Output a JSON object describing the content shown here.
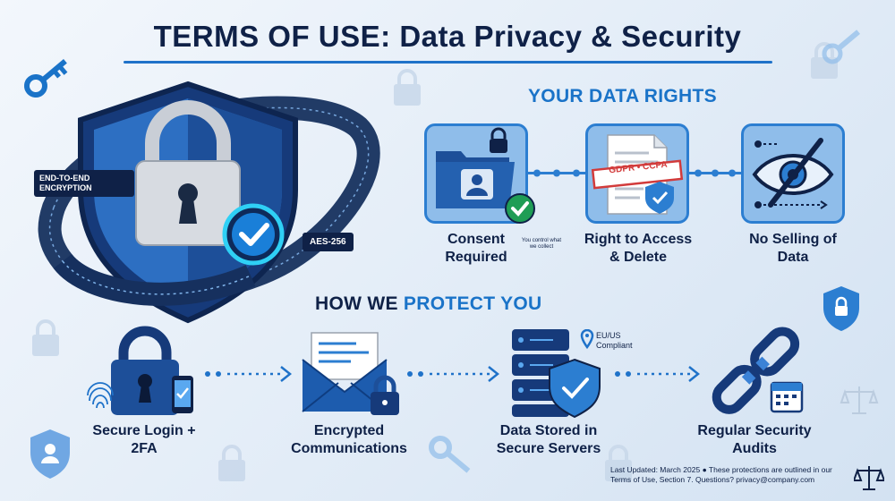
{
  "header": {
    "title": "TERMS OF USE: Data Privacy & Security"
  },
  "encryption": {
    "tag_e2e": "END-TO-END ENCRYPTION",
    "tag_aes": "AES-256"
  },
  "rights": {
    "heading": "YOUR DATA RIGHTS",
    "items": [
      {
        "label": "Consent Required",
        "icon": "folder-user-lock-icon"
      },
      {
        "label": "Right to Access & Delete",
        "icon": "document-gdpr-ccpa-icon",
        "badge": "GDPR • CCPA"
      },
      {
        "label": "No Selling of Data",
        "icon": "eye-slash-icon"
      }
    ],
    "consent_note": "You control what we collect"
  },
  "protect": {
    "heading_part1": "HOW WE ",
    "heading_part2": "PROTECT YOU",
    "steps": [
      {
        "label": "Secure Login + 2FA",
        "icon": "lock-fingerprint-phone-icon"
      },
      {
        "label": "Encrypted Communications",
        "icon": "envelope-lock-icon"
      },
      {
        "label": "Data Stored in Secure Servers",
        "icon": "server-shield-icon"
      },
      {
        "label": "Regular Security Audits",
        "icon": "chain-calendar-icon"
      }
    ],
    "compliance_badge": "EU/US Compliant"
  },
  "footer": {
    "updated": "Last Updated: March 2025",
    "note": "These protections are outlined in our Terms of Use, Section 7. Questions? privacy@company.com"
  },
  "colors": {
    "navy": "#0f2147",
    "accent_blue": "#1a73c8",
    "card_fill": "#8fbdea",
    "check_cyan": "#2fd0f5",
    "check_green": "#1f9d55"
  }
}
